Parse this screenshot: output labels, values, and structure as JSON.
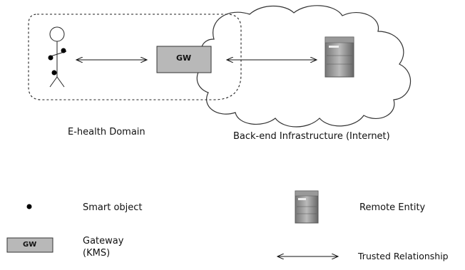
{
  "diagram": {
    "ehealth_label": "E-health Domain",
    "backend_label": "Back-end Infrastructure (Internet)",
    "gateway_box_label": "GW"
  },
  "legend": {
    "smart_object": "Smart object",
    "gateway_line1": "Gateway",
    "gateway_line2": "(KMS)",
    "gateway_box_label": "GW",
    "remote_entity": "Remote Entity",
    "trusted_relationship": "Trusted Relationship"
  }
}
